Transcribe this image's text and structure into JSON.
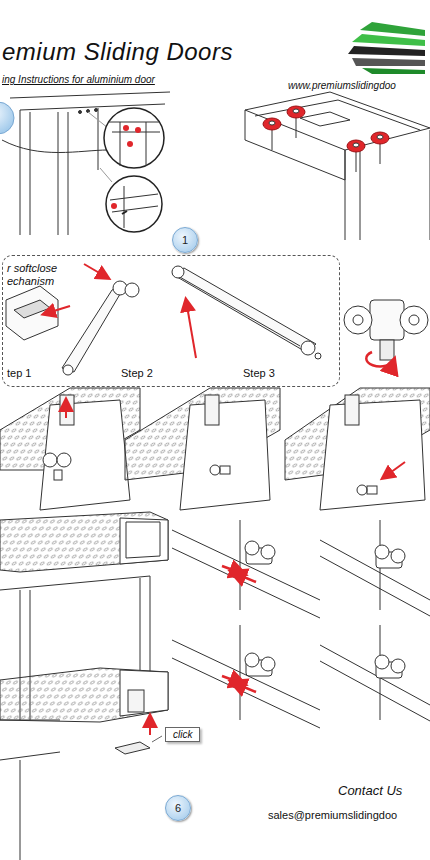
{
  "diagram": {
    "title": "emium Sliding Doors",
    "nodes": [
      {
        "text": [
          "1"
        ]
      },
      {
        "text": [
          "r softclose echanism",
          "tep 1",
          "Step 2",
          "Step 3"
        ]
      },
      {
        "text": [
          "click"
        ]
      },
      {
        "text": [
          "6"
        ]
      }
    ],
    "labels": [
      "ing Instructions for aluminium door",
      "www.premiumslidingdoo",
      "Contact Us",
      "sales@premiumslidingdoo"
    ]
  }
}
